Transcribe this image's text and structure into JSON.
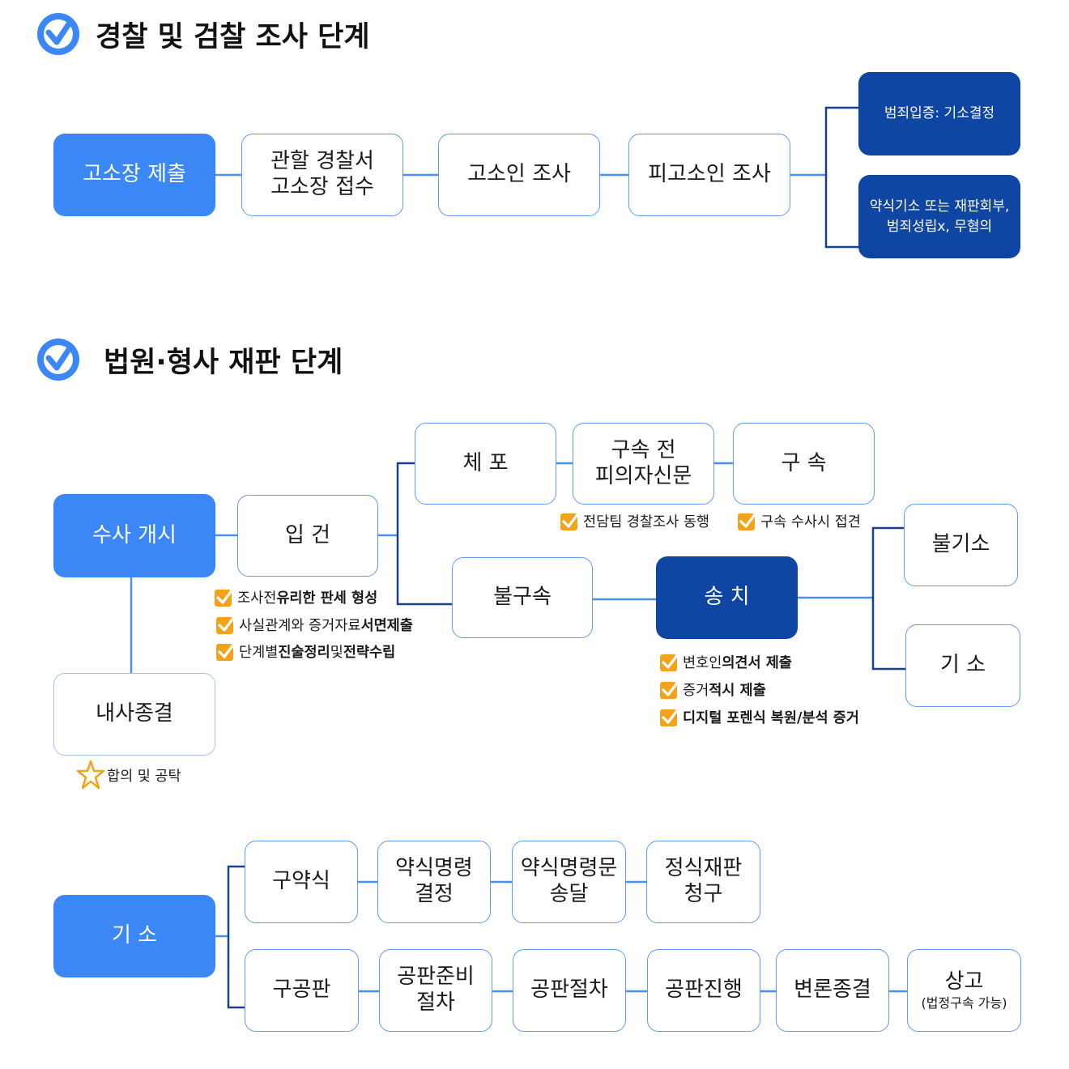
{
  "section1": {
    "title": "경찰 및 검찰 조사 단계",
    "boxes": {
      "complaint": "고소장 제출",
      "receipt1": "관할 경찰서",
      "receipt2": "고소장 접수",
      "complainant": "고소인 조사",
      "accused": "피고소인 조사",
      "proven": "범죄입증: 기소결정",
      "dismiss1": "약식기소 또는 재판회부,",
      "dismiss2": "범죄성립x, 무혐의"
    }
  },
  "section2": {
    "title": "법원·형사 재판 단계",
    "boxes": {
      "start": "수사 개시",
      "filing": "입 건",
      "arrest": "체 포",
      "pre1": "구속 전",
      "pre2": "피의자신문",
      "detention": "구 속",
      "nodetention": "불구속",
      "referral": "송 치",
      "noindict": "불기소",
      "indict": "기 소",
      "internal": "내사종결"
    },
    "notes": {
      "arrest_note": "전담팀 경찰조사 동행",
      "detention_note": "구속 수사시 접견",
      "filing_n1_a": "조사전 ",
      "filing_n1_b": "유리한 판세 형성",
      "filing_n2_a": "사실관계와 증거자료 ",
      "filing_n2_b": "서면제출",
      "filing_n3_a": "단계별 ",
      "filing_n3_b": "진술정리",
      "filing_n3_c": " 및 ",
      "filing_n3_d": "전략수립",
      "ref_n1_a": "변호인 ",
      "ref_n1_b": "의견서 제출",
      "ref_n2_a": "증거 ",
      "ref_n2_b": "적시 제출",
      "ref_n3": "디지털 포렌식 복원/분석 증거",
      "internal_note": "합의 및 공탁"
    }
  },
  "section3": {
    "boxes": {
      "indict": "기 소",
      "summary_req": "구약식",
      "order1": "약식명령",
      "order2": "결정",
      "deliver1": "약식명령문",
      "deliver2": "송달",
      "formal1": "정식재판",
      "formal2": "청구",
      "trial_req": "구공판",
      "prep1": "공판준비",
      "prep2": "절차",
      "procedure": "공판절차",
      "progress": "공판진행",
      "closing": "변론종결",
      "appeal": "상고",
      "appeal_sub": "(법정구속 가능)"
    }
  },
  "colors": {
    "bright_blue": "#3b87f5",
    "navy": "#0f46a3",
    "line_blue": "#4a90f0",
    "line_navy": "#1a3f8f",
    "check_orange": "#f5a21b"
  }
}
